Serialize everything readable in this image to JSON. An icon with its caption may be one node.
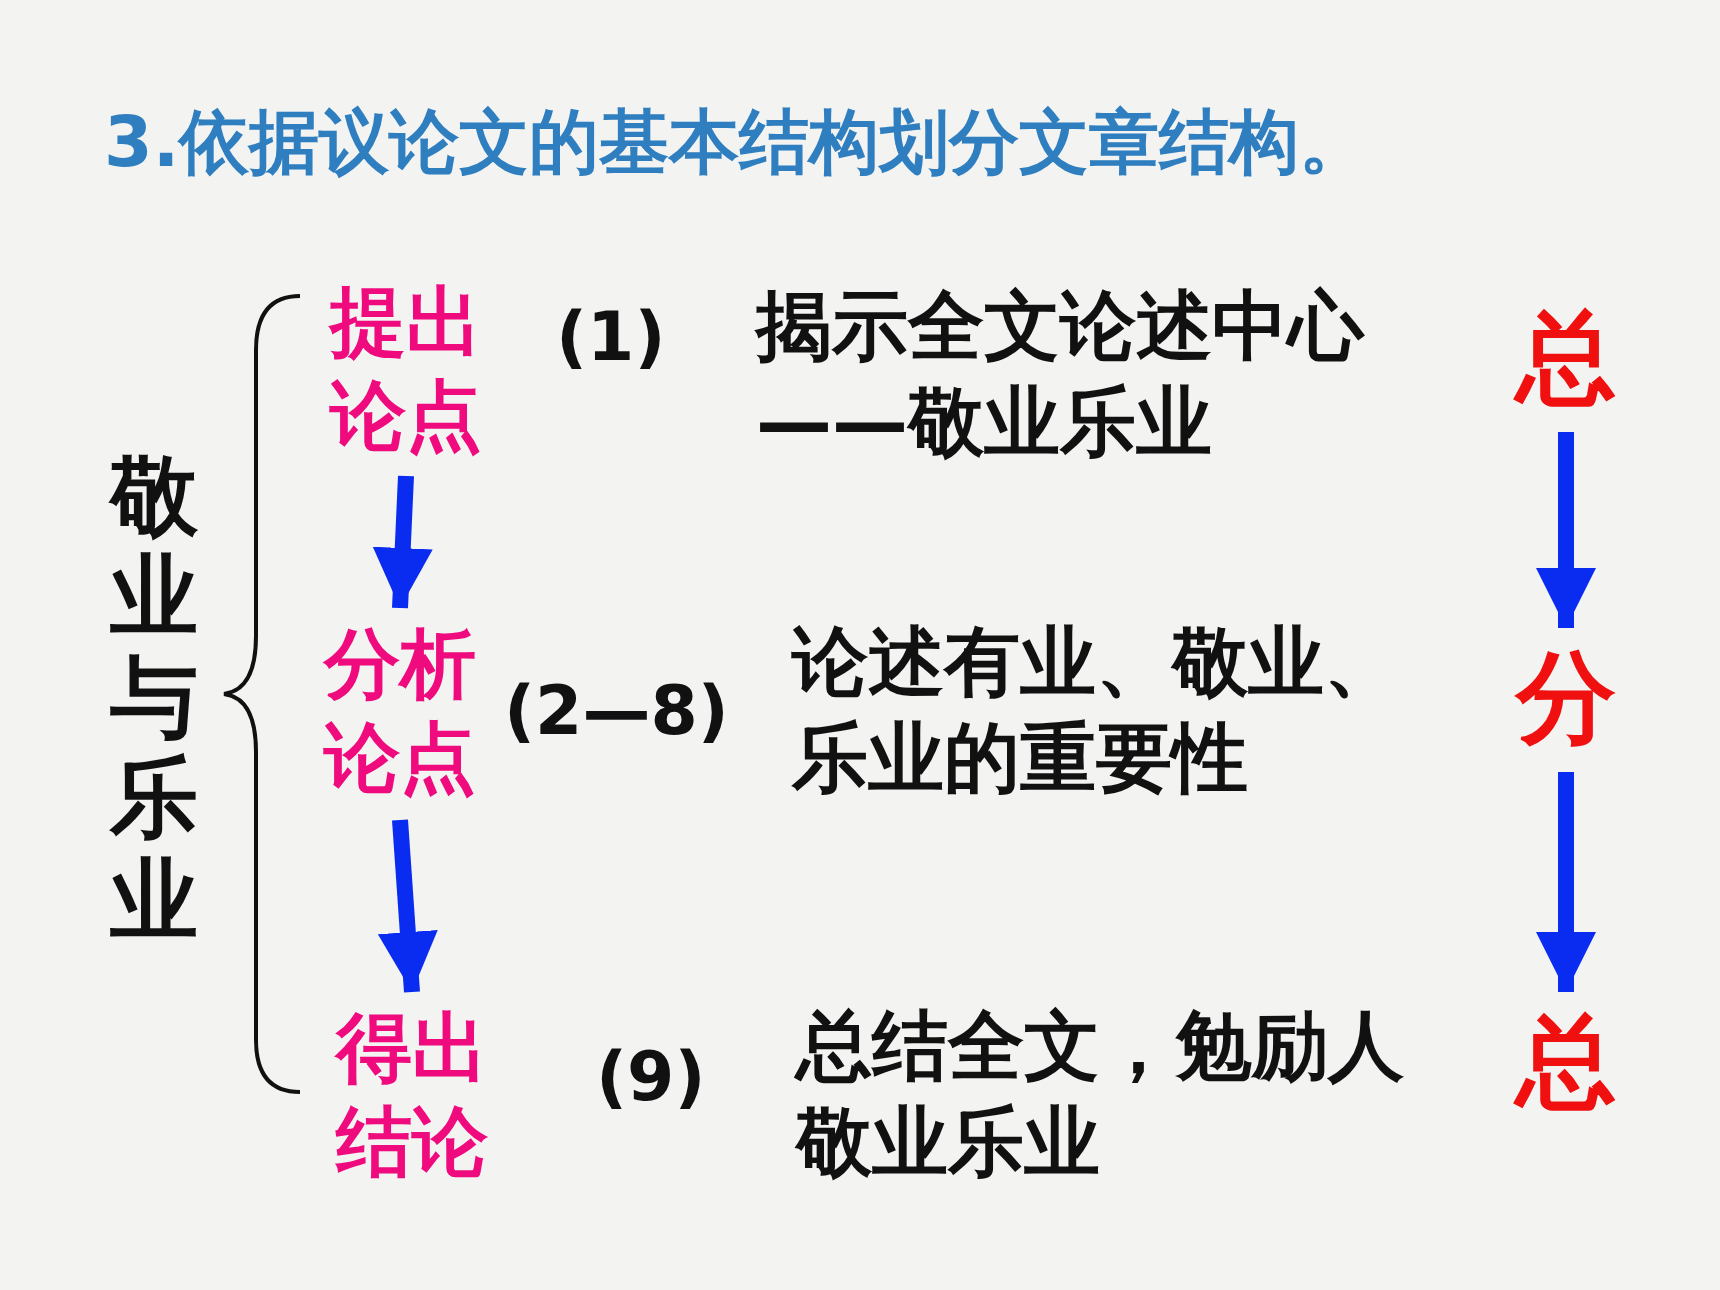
{
  "diagram": {
    "title": "3.依据议论文的基本结构划分文章结构。",
    "nodes": [
      {
        "text": [
          "敬业与乐业"
        ]
      },
      {
        "text": [
          "提出论点"
        ]
      },
      {
        "text": [
          "分析论点"
        ]
      },
      {
        "text": [
          "得出结论"
        ]
      },
      {
        "text": [
          "总"
        ]
      },
      {
        "text": [
          "分"
        ]
      },
      {
        "text": [
          "总"
        ]
      }
    ],
    "edges": [
      {
        "from": 1,
        "to": 2,
        "arrow": "to"
      },
      {
        "from": 2,
        "to": 3,
        "arrow": "to"
      },
      {
        "from": 4,
        "to": 5,
        "arrow": "to"
      },
      {
        "from": 5,
        "to": 6,
        "arrow": "to"
      }
    ],
    "labels": [
      "(1)",
      "揭示全文论述中心——敬业乐业",
      "(2—8)",
      "论述有业、敬业、乐业的重要性",
      "(9)",
      "总结全文，勉励人敬业乐业"
    ]
  }
}
